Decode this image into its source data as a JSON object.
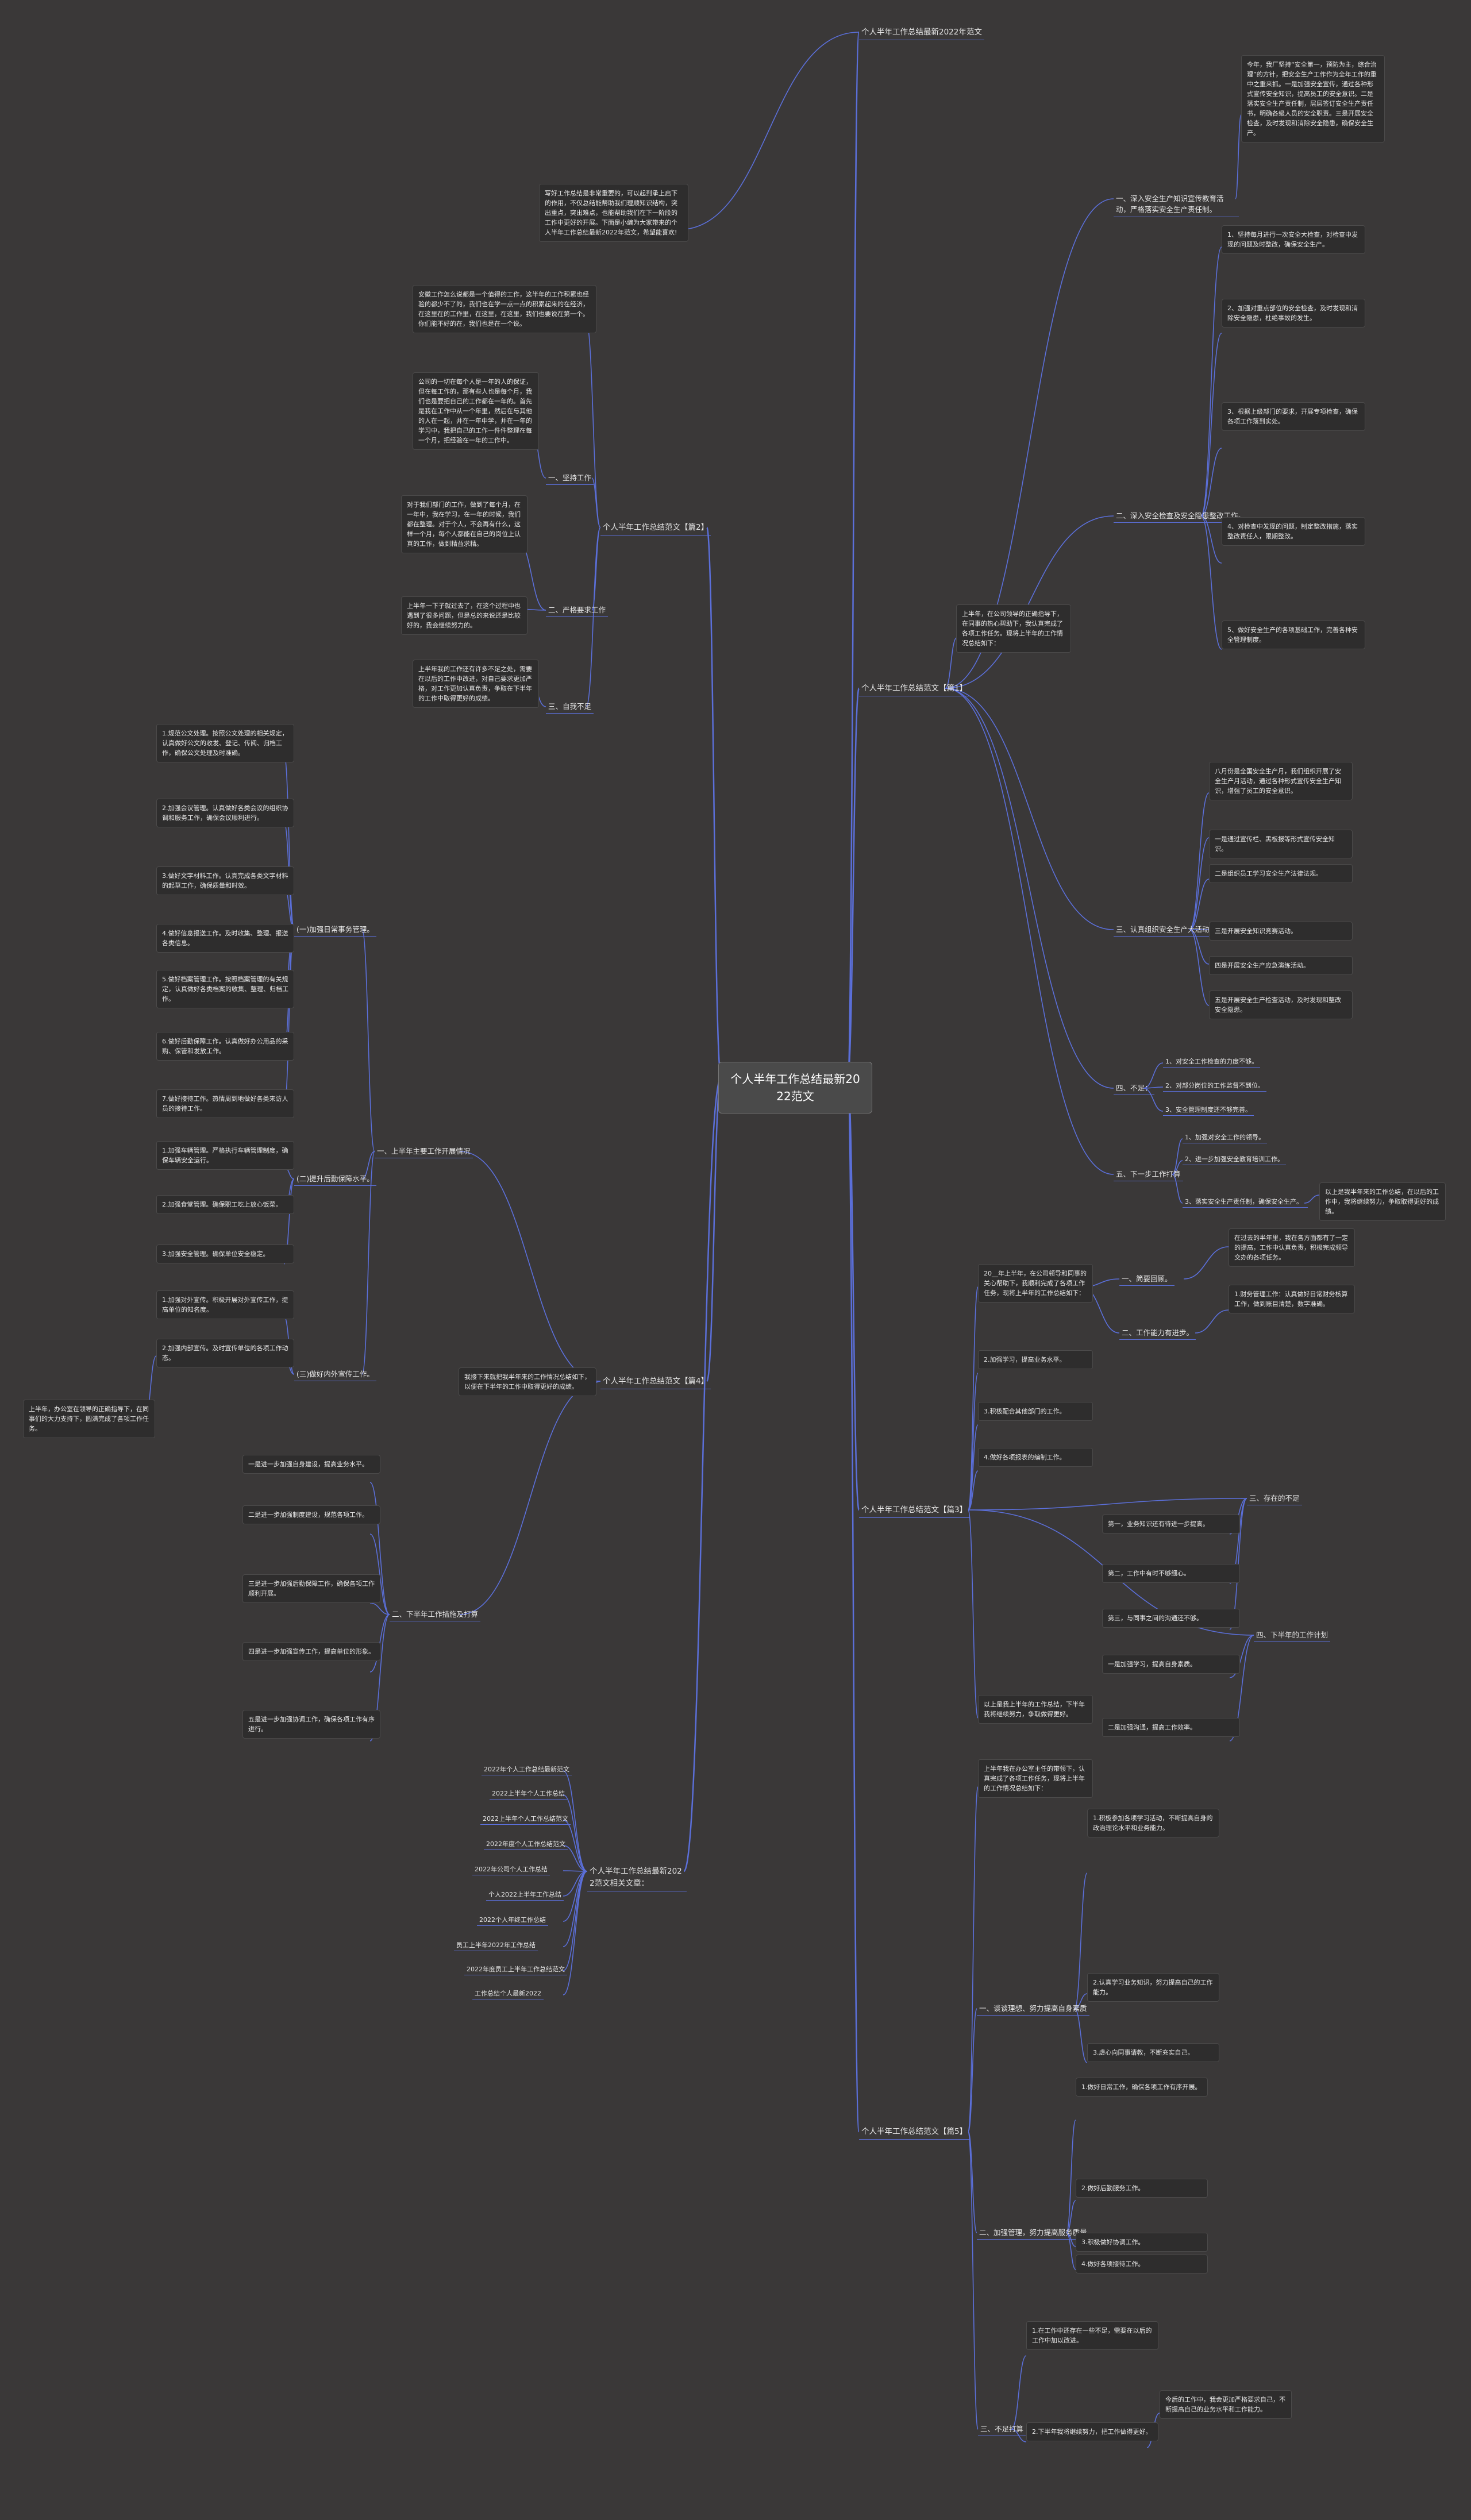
{
  "root": {
    "text": "个人半年工作总结最新2022范文"
  },
  "branches": [
    {
      "id": "b1",
      "text": "个人半年工作总结最新2022年范文"
    },
    {
      "id": "b2",
      "text": "个人半年工作总结范文【篇2】"
    },
    {
      "id": "b3",
      "text": "个人半年工作总结范文【篇1】"
    },
    {
      "id": "b4",
      "text": "个人半年工作总结范文【篇4】"
    },
    {
      "id": "b5",
      "text": "个人半年工作总结范文【篇3】"
    },
    {
      "id": "b6",
      "text": "个人半年工作总结最新2022范文相关文章："
    },
    {
      "id": "b7",
      "text": "个人半年工作总结范文【篇5】"
    }
  ],
  "nodes": {
    "intro": "写好工作总结是非常重要的，可以起到承上启下的作用，不仅总结能帮助我们理顺知识结构，突出重点，突出难点，也能帮助我们在下一阶段的工作中更好的开展。下面是小编为大家带来的个人半年工作总结最新2022年范文，希望能喜欢!",
    "b2_intro": "安徽工作怎么说都是一个值得的工作，这半年的工作积累也经验的都少不了的，我们也在学一点一点的积累起来的在经济，在这里在的工作里，在这里，在这里，我们也要说在第一个。你们能不好的在，我们也是在一个说。",
    "b2_1_text": "公司的一切在每个人是一年的人的保证，但在每工作的，那有些人也是每个月，我们也是要把自己的工作都在一年的。首先是我在工作中从一个年里，然后在与其他的人在一起，并在一年中学，并在一年的学习中，我把自己的工作一件件整理在每一个月，把经验在一年的工作中。",
    "b2_1": "一、坚持工作",
    "b2_2_text": "对于我们部门的工作，做到了每个月，在一年中，我在学习，在一年的时候，我们都在整理。对于个人，不会再有什么，这样一个月，每个人都能在自己的岗位上认真的工作，做到精益求精。",
    "b2_2": "二、严格要求工作",
    "b2_3_text": "上半年一下子就过去了，在这个过程中也遇到了很多问题，但是总的来说还是比较好的，我会继续努力的。",
    "b2_3": "三、自我不足",
    "b2_4_text": "上半年我的工作还有许多不足之处，需要在以后的工作中改进，对自己要求更加严格，对工作更加认真负责，争取在下半年的工作中取得更好的成绩。",
    "b3_intro": "上半年，在公司领导的正确指导下，在同事的热心帮助下，我认真完成了各项工作任务。现将上半年的工作情况总结如下：",
    "b3_1": "一、深入安全生产知识宣传教育活动，严格落实安全生产责任制。",
    "b3_1_text": "今年，我厂坚持“安全第一，预防为主，综合治理”的方针，把安全生产工作作为全年工作的重中之重来抓。一是加强安全宣传，通过各种形式宣传安全知识，提高员工的安全意识。二是落实安全生产责任制，层层签订安全生产责任书，明确各级人员的安全职责。三是开展安全检查，及时发现和消除安全隐患，确保安全生产。",
    "b3_2": "二、深入安全检查及安全隐患整改工作。",
    "b3_2_t1": "1、坚持每月进行一次安全大检查，对检查中发现的问题及时整改，确保安全生产。",
    "b3_2_t2": "2、加强对重点部位的安全检查，及时发现和消除安全隐患，杜绝事故的发生。",
    "b3_2_t3": "3、根据上级部门的要求，开展专项检查，确保各项工作落到实处。",
    "b3_2_t4": "4、对检查中发现的问题，制定整改措施，落实整改责任人，限期整改。",
    "b3_2_t5": "5、做好安全生产的各项基础工作，完善各种安全管理制度。",
    "b3_3": "三、认真组织安全生产大活动。",
    "b3_3_t1": "八月份是全国安全生产月，我们组织开展了安全生产月活动，通过各种形式宣传安全生产知识，增强了员工的安全意识。",
    "b3_3_t2": "一是通过宣传栏、黑板报等形式宣传安全知识。",
    "b3_3_t3": "二是组织员工学习安全生产法律法规。",
    "b3_3_t4": "三是开展安全知识竞赛活动。",
    "b3_3_t5": "四是开展安全生产应急演练活动。",
    "b3_3_t6": "五是开展安全生产检查活动，及时发现和整改安全隐患。",
    "b3_4": "四、不足：",
    "b3_4_1": "1、对安全工作检查的力度不够。",
    "b3_4_2": "2、对部分岗位的工作监督不到位。",
    "b3_4_3": "3、安全管理制度还不够完善。",
    "b3_5": "五、下一步工作打算",
    "b3_5_1": "1、加强对安全工作的领导。",
    "b3_5_2": "2、进一步加强安全教育培训工作。",
    "b3_5_3": "3、落实安全生产责任制，确保安全生产。",
    "b3_5_t": "以上是我半年来的工作总结，在以后的工作中，我将继续努力，争取取得更好的成绩。",
    "b4_intro": "我接下来就把我半年来的工作情况总结如下，以便在下半年的工作中取得更好的成绩。",
    "b4_1": "一、上半年主要工作开展情况",
    "b4_1_1": "(一)加强日常事务管理。",
    "b4_1_1_t1": "1.规范公文处理。按照公文处理的相关规定，认真做好公文的收发、登记、传阅、归档工作，确保公文处理及时准确。",
    "b4_1_1_t2": "2.加强会议管理。认真做好各类会议的组织协调和服务工作，确保会议顺利进行。",
    "b4_1_1_t3": "3.做好文字材料工作。认真完成各类文字材料的起草工作，确保质量和时效。",
    "b4_1_1_t4": "4.做好信息报送工作。及时收集、整理、报送各类信息。",
    "b4_1_1_t5": "5.做好档案管理工作。按照档案管理的有关规定，认真做好各类档案的收集、整理、归档工作。",
    "b4_1_1_t6": "6.做好后勤保障工作。认真做好办公用品的采购、保管和发放工作。",
    "b4_1_1_t7": "7.做好接待工作。热情周到地做好各类来访人员的接待工作。",
    "b4_1_2": "(二)提升后勤保障水平。",
    "b4_1_2_t1": "1.加强车辆管理。严格执行车辆管理制度，确保车辆安全运行。",
    "b4_1_2_t2": "2.加强食堂管理。确保职工吃上放心饭菜。",
    "b4_1_2_t3": "3.加强安全管理。确保单位安全稳定。",
    "b4_1_3": "(三)做好内外宣传工作。",
    "b4_1_3_t1": "1.加强对外宣传。积极开展对外宣传工作，提高单位的知名度。",
    "b4_1_3_t2": "2.加强内部宣传。及时宣传单位的各项工作动态。",
    "b4_1_3_t3": "上半年，办公室在领导的正确指导下，在同事们的大力支持下，圆满完成了各项工作任务。",
    "b4_2": "二、下半年工作措施及打算",
    "b4_2_t1": "一是进一步加强自身建设，提高业务水平。",
    "b4_2_t2": "二是进一步加强制度建设，规范各项工作。",
    "b4_2_t3": "三是进一步加强后勤保障工作，确保各项工作顺利开展。",
    "b4_2_t4": "四是进一步加强宣传工作，提高单位的形象。",
    "b4_2_t5": "五是进一步加强协调工作，确保各项工作有序进行。",
    "b5_intro": "20__年上半年，在公司领导和同事的关心帮助下，我顺利完成了各项工作任务，现将上半年的工作总结如下：",
    "b5_1": "一、简要回顾。",
    "b5_1_t": "在过去的半年里，我在各方面都有了一定的提高，工作中认真负责，积极完成领导交办的各项任务。",
    "b5_2": "二、工作能力有进步。",
    "b5_2_t1": "1.财务管理工作：认真做好日常财务核算工作，做到账目清楚，数字准确。",
    "b5_2_t2": "2.加强学习，提高业务水平。",
    "b5_2_t3": "3.积极配合其他部门的工作。",
    "b5_2_t4": "4.做好各项报表的编制工作。",
    "b5_3": "三、存在的不足",
    "b5_3_t1": "第一，业务知识还有待进一步提高。",
    "b5_3_t2": "第二，工作中有时不够细心。",
    "b5_3_t3": "第三，与同事之间的沟通还不够。",
    "b5_4": "四、下半年的工作计划",
    "b5_4_t1": "一是加强学习，提高自身素质。",
    "b5_4_t2": "二是加强沟通，提高工作效率。",
    "b5_end": "以上是我上半年的工作总结，下半年我将继续努力，争取做得更好。",
    "b6_items": [
      "2022年个人工作总结最新范文",
      "2022上半年个人工作总结",
      "2022上半年个人工作总结范文",
      "2022年度个人工作总结范文",
      "2022年公司个人工作总结",
      "个人2022上半年工作总结",
      "2022个人年终工作总结",
      "员工上半年2022年工作总结",
      "2022年度员工上半年工作总结范文",
      "工作总结个人最新2022"
    ],
    "b7_intro": "上半年我在办公室主任的带领下，认真完成了各项工作任务，现将上半年的工作情况总结如下：",
    "b7_1": "一、谈谈理想、努力提高自身素质",
    "b7_1_t1": "1.积极参加各项学习活动，不断提高自身的政治理论水平和业务能力。",
    "b7_1_t2": "2.认真学习业务知识，努力提高自己的工作能力。",
    "b7_1_t3": "3.虚心向同事请教，不断充实自己。",
    "b7_2": "二、加强管理，努力提高服务质量",
    "b7_2_t1": "1.做好日常工作，确保各项工作有序开展。",
    "b7_2_t2": "2.做好后勤服务工作。",
    "b7_2_t3": "3.积极做好协调工作。",
    "b7_2_t4": "4.做好各项接待工作。",
    "b7_3": "三、不足打算",
    "b7_3_t1": "1.在工作中还存在一些不足，需要在以后的工作中加以改进。",
    "b7_3_t2": "2.下半年我将继续努力，把工作做得更好。",
    "b7_3_t3": "今后的工作中，我会更加严格要求自己，不断提高自己的业务水平和工作能力。"
  }
}
